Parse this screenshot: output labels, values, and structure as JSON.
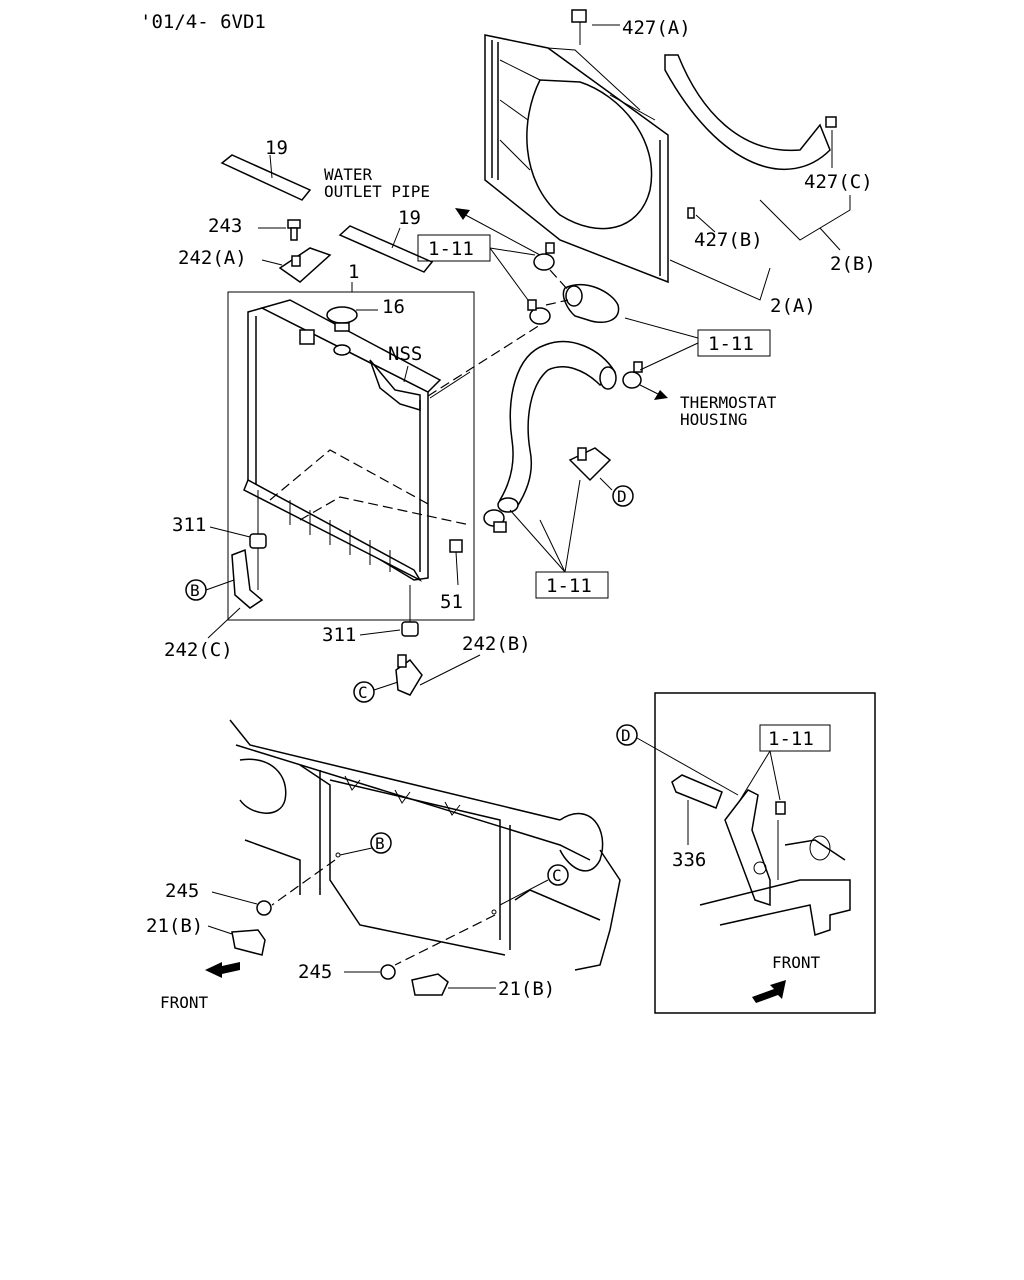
{
  "header": {
    "code": "'01/4- 6VD1"
  },
  "labels": {
    "p427a": "427(A)",
    "p427b": "427(B)",
    "p427c": "427(C)",
    "p2a": "2(A)",
    "p2b": "2(B)",
    "p19_top": "19",
    "p19_mid": "19",
    "p243": "243",
    "p242a": "242(A)",
    "p1": "1",
    "p16": "16",
    "nss": "NSS",
    "water_outlet_1": "WATER",
    "water_outlet_2": "OUTLET PIPE",
    "thermostat_1": "THERMOSTAT",
    "thermostat_2": "HOUSING",
    "ref_1_11_a": "1-11",
    "ref_1_11_b": "1-11",
    "ref_1_11_c": "1-11",
    "ref_1_11_d": "1-11",
    "p311_top": "311",
    "p311_bot": "311",
    "p51": "51",
    "p242b": "242(B)",
    "p242c": "242(C)",
    "circle_b1": "B",
    "circle_c1": "C",
    "circle_d1": "D",
    "circle_b2": "B",
    "circle_c2": "C",
    "circle_d2": "D",
    "p245_a": "245",
    "p245_b": "245",
    "p21b_a": "21(B)",
    "p21b_b": "21(B)",
    "p336": "336",
    "front_left": "FRONT",
    "front_right": "FRONT"
  }
}
